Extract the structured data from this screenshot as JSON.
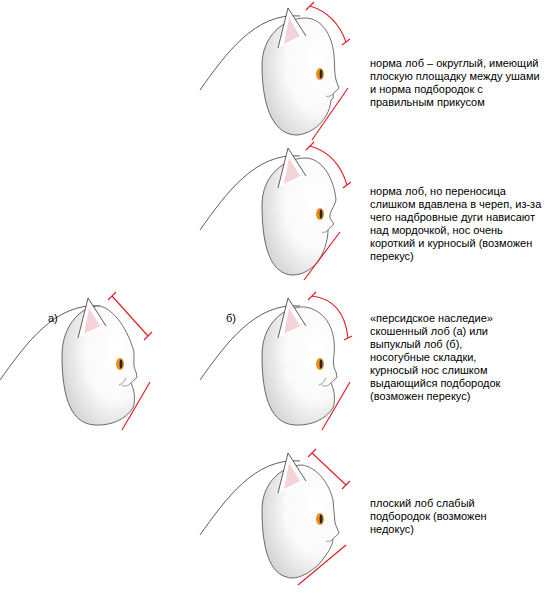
{
  "diagram": {
    "labels": [
      "норма лоб – округлый, имеющий плоскую площадку между ушами и норма подбородок с правильным прикусом",
      "норма лоб, но переносица слишком вдавлена в череп, из-за чего надбровные дуги нависают над мордочкой, нос очень короткий и курносый (возможен перекус)",
      "а)",
      "б)",
      "«персидское наследие» скошенный лоб (а) или выпуклый лоб (б), носогубные складки, курносый нос слишком выдающийся подбородок (возможен перекус)",
      "плоский лоб слабый подбородок (возможен недокус)"
    ]
  }
}
